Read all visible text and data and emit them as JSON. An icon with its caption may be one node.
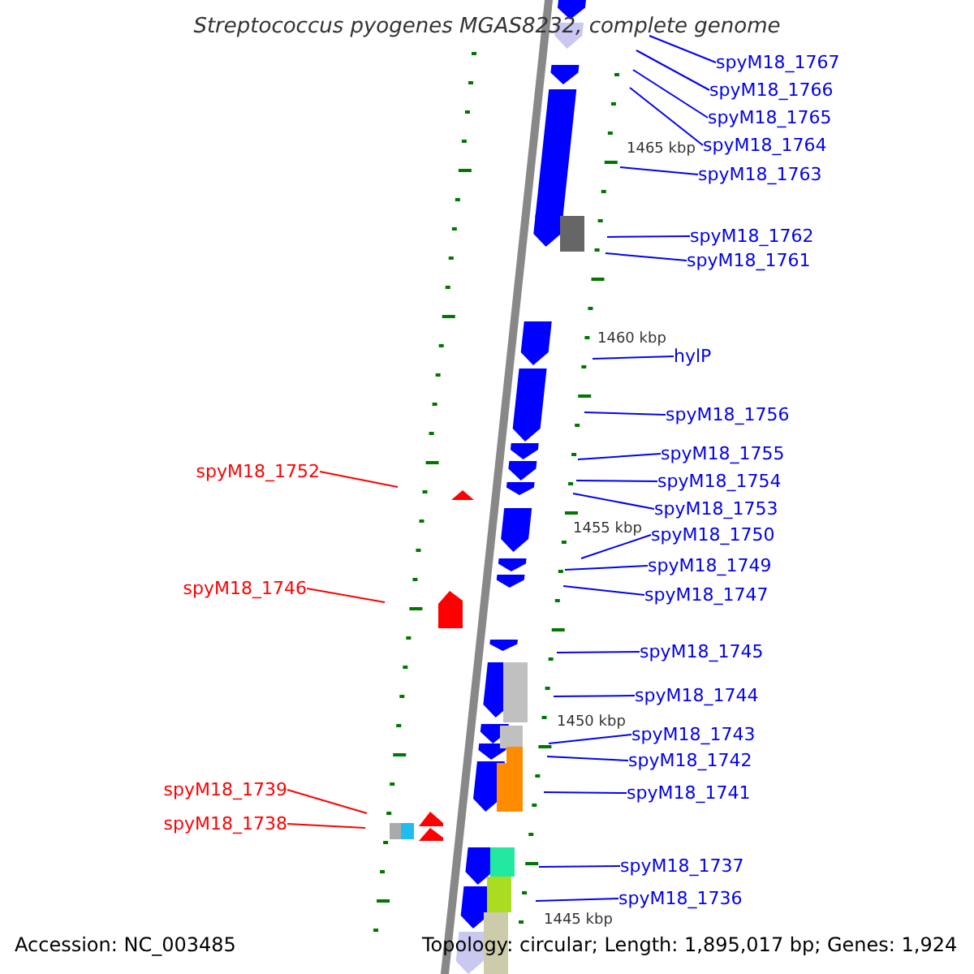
{
  "diagram": {
    "title": "Streptococcus pyogenes MGAS8232, complete genome",
    "nodes": [
      {
        "text": [
          "spyM18_1767"
        ]
      },
      {
        "text": [
          "spyM18_1766"
        ]
      },
      {
        "text": [
          "spyM18_1765"
        ]
      },
      {
        "text": [
          "spyM18_1764"
        ]
      },
      {
        "text": [
          "spyM18_1763"
        ]
      },
      {
        "text": [
          "spyM18_1762"
        ]
      },
      {
        "text": [
          "spyM18_1761"
        ]
      },
      {
        "text": [
          "hylP"
        ]
      },
      {
        "text": [
          "spyM18_1756"
        ]
      },
      {
        "text": [
          "spyM18_1755"
        ]
      },
      {
        "text": [
          "spyM18_1752"
        ]
      },
      {
        "text": [
          "spyM18_1754"
        ]
      },
      {
        "text": [
          "spyM18_1753"
        ]
      },
      {
        "text": [
          "spyM18_1750"
        ]
      },
      {
        "text": [
          "spyM18_1749"
        ]
      },
      {
        "text": [
          "spyM18_1746"
        ]
      },
      {
        "text": [
          "spyM18_1747"
        ]
      },
      {
        "text": [
          "spyM18_1745"
        ]
      },
      {
        "text": [
          "spyM18_1744"
        ]
      },
      {
        "text": [
          "spyM18_1743"
        ]
      },
      {
        "text": [
          "spyM18_1742"
        ]
      },
      {
        "text": [
          "spyM18_1739"
        ]
      },
      {
        "text": [
          "spyM18_1741"
        ]
      },
      {
        "text": [
          "spyM18_1738"
        ]
      },
      {
        "text": [
          "spyM18_1737"
        ]
      },
      {
        "text": [
          "spyM18_1736"
        ]
      }
    ],
    "edges": [
      {
        "from": 0,
        "to": null,
        "arrow": "none"
      },
      {
        "from": 1,
        "to": null,
        "arrow": "none"
      },
      {
        "from": 2,
        "to": null,
        "arrow": "none"
      },
      {
        "from": 3,
        "to": null,
        "arrow": "none"
      },
      {
        "from": 4,
        "to": null,
        "arrow": "none"
      },
      {
        "from": 5,
        "to": null,
        "arrow": "none"
      },
      {
        "from": 6,
        "to": null,
        "arrow": "none"
      },
      {
        "from": 7,
        "to": null,
        "arrow": "none"
      },
      {
        "from": 8,
        "to": null,
        "arrow": "none"
      },
      {
        "from": 9,
        "to": null,
        "arrow": "none"
      },
      {
        "from": 10,
        "to": null,
        "arrow": "none",
        "color": "#ff0000"
      },
      {
        "from": 11,
        "to": null,
        "arrow": "none"
      },
      {
        "from": 12,
        "to": null,
        "arrow": "none"
      },
      {
        "from": 13,
        "to": null,
        "arrow": "none"
      },
      {
        "from": 14,
        "to": null,
        "arrow": "none"
      },
      {
        "from": 15,
        "to": null,
        "arrow": "none",
        "color": "#ff0000"
      },
      {
        "from": 16,
        "to": null,
        "arrow": "none"
      },
      {
        "from": 17,
        "to": null,
        "arrow": "none"
      },
      {
        "from": 18,
        "to": null,
        "arrow": "none"
      },
      {
        "from": 19,
        "to": null,
        "arrow": "none"
      },
      {
        "from": 20,
        "to": null,
        "arrow": "none"
      },
      {
        "from": 21,
        "to": null,
        "arrow": "none",
        "color": "#ff0000"
      },
      {
        "from": 22,
        "to": null,
        "arrow": "none"
      },
      {
        "from": 23,
        "to": null,
        "arrow": "none",
        "color": "#ff0000"
      },
      {
        "from": 24,
        "to": null,
        "arrow": "none"
      },
      {
        "from": 25,
        "to": null,
        "arrow": "none"
      }
    ],
    "labels": [
      "1465 kbp",
      "1460 kbp",
      "1455 kbp",
      "1450 kbp",
      "1445 kbp",
      "Accession: NC_003485",
      "Topology: circular; Length: 1,895,017 bp; Genes: 1,924"
    ]
  }
}
